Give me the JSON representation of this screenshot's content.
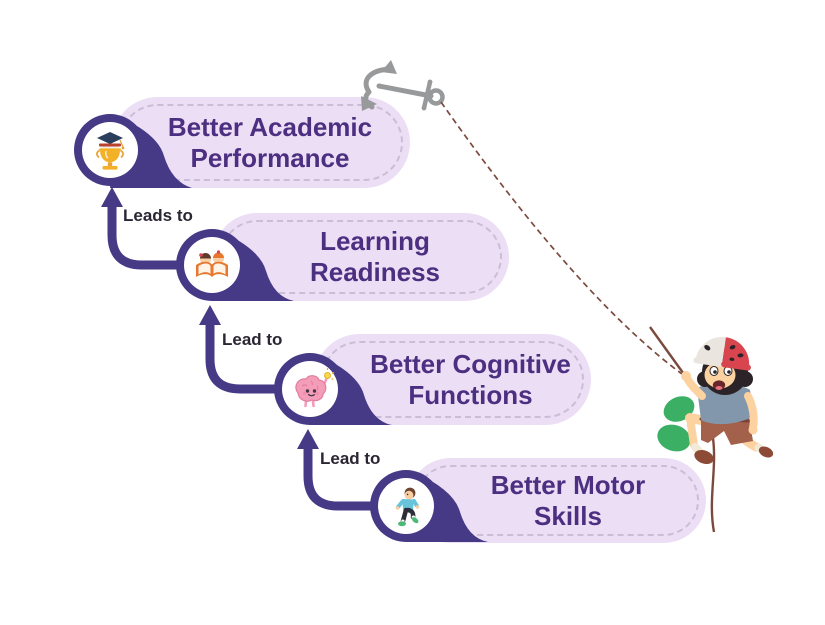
{
  "flow": {
    "steps": [
      {
        "lines": [
          "Better Academic",
          "Performance"
        ],
        "icon": "trophy-graduation-icon"
      },
      {
        "lines": [
          "Learning",
          "Readiness"
        ],
        "icon": "children-reading-book-icon"
      },
      {
        "lines": [
          "Better Cognitive",
          "Functions"
        ],
        "icon": "brain-character-icon"
      },
      {
        "lines": [
          "Better Motor",
          "Skills"
        ],
        "icon": "exercising-child-icon"
      }
    ],
    "connectors": [
      {
        "label": "Leads to"
      },
      {
        "label": "Lead to"
      },
      {
        "label": "Lead to"
      }
    ]
  },
  "decorations": {
    "anchor": "anchor-icon",
    "rope": "dashed-climbing-rope",
    "climber": "climbing-child-illustration"
  },
  "colors": {
    "accent_purple": "#463a86",
    "pill_lavender": "#ecdef5",
    "title_purple": "#4c2f80",
    "connector_text": "#2b2634",
    "rope_brown": "#7b4a3e",
    "anchor_gray": "#97999b",
    "background": "#ffffff"
  }
}
